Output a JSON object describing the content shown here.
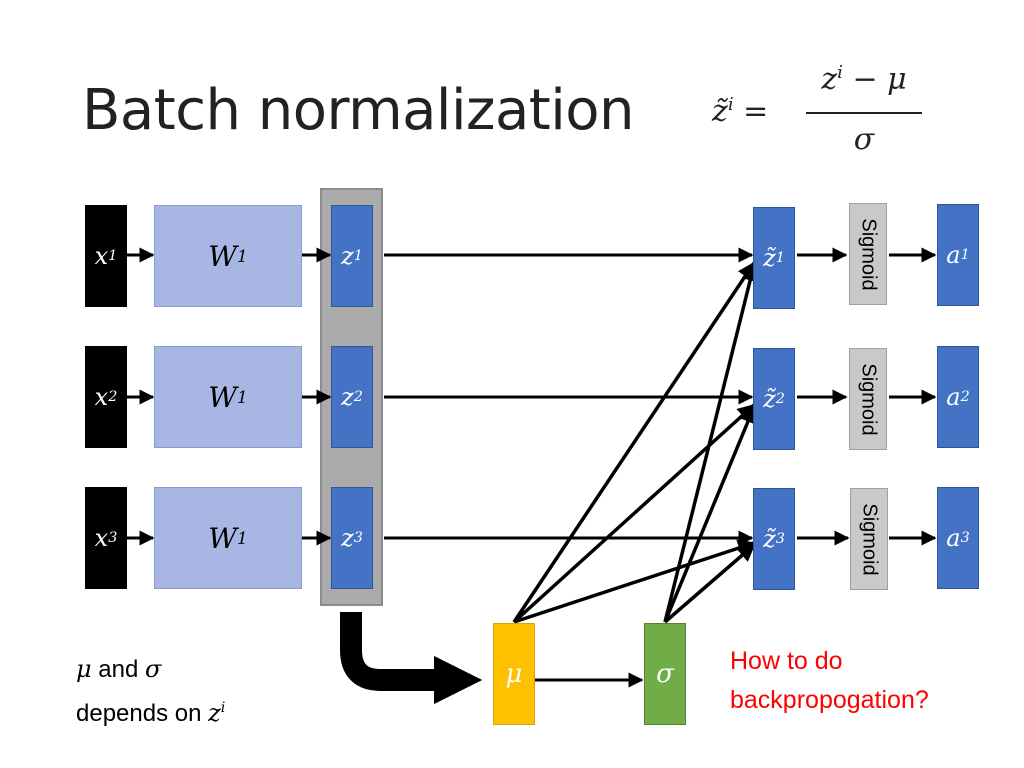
{
  "title": "Batch normalization",
  "formula": {
    "lhs": "z̃",
    "lhs_sup": "i",
    "eq": "=",
    "num_var": "z",
    "num_sup": "i",
    "num_rest": " − μ",
    "den": "σ"
  },
  "rows": [
    {
      "x": "x",
      "x_sup": "1",
      "w": "W",
      "w_sup": "1",
      "z": "z",
      "z_sup": "1",
      "zt": "z̃",
      "zt_sup": "1",
      "sig": "Sigmoid",
      "a": "a",
      "a_sup": "1"
    },
    {
      "x": "x",
      "x_sup": "2",
      "w": "W",
      "w_sup": "1",
      "z": "z",
      "z_sup": "2",
      "zt": "z̃",
      "zt_sup": "2",
      "sig": "Sigmoid",
      "a": "a",
      "a_sup": "2"
    },
    {
      "x": "x",
      "x_sup": "3",
      "w": "W",
      "w_sup": "1",
      "z": "z",
      "z_sup": "3",
      "zt": "z̃",
      "zt_sup": "3",
      "sig": "Sigmoid",
      "a": "a",
      "a_sup": "3"
    }
  ],
  "mu": "μ",
  "sigma": "σ",
  "note": {
    "mu": "μ",
    "and": " and ",
    "sigma": "σ",
    "line2": "depends on ",
    "z": "z",
    "z_sup": "i"
  },
  "question": {
    "line1": "How to do",
    "line2": "backpropogation?"
  },
  "colors": {
    "x": "#000000",
    "w": "#a7b6e3",
    "z": "#4472c4",
    "group": "#ababab",
    "sigmoid": "#c9c9c9",
    "mu": "#ffc000",
    "sigma": "#70ad47",
    "question": "#ff0000"
  }
}
